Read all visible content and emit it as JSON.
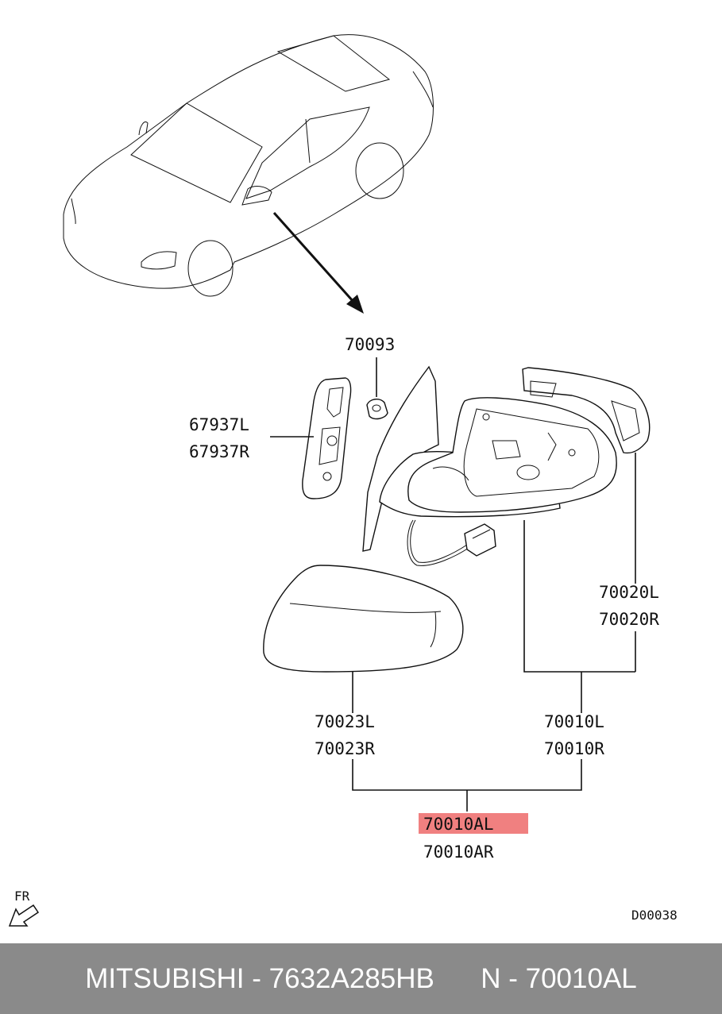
{
  "labels": {
    "p70093": "70093",
    "p67937L": "67937L",
    "p67937R": "67937R",
    "p70020L": "70020L",
    "p70020R": "70020R",
    "p70023L": "70023L",
    "p70023R": "70023R",
    "p70010L": "70010L",
    "p70010R": "70010R",
    "p70010AL": "70010AL",
    "p70010AR": "70010AR",
    "direction": "FR",
    "diagram_code": "D00038"
  },
  "highlight": {
    "part": "70010AL",
    "color": "#f08080"
  },
  "footer": {
    "brand": "MITSUBISHI",
    "separator1": " - ",
    "part_number": "7632A285HB",
    "gap": "      ",
    "ref": "N - 70010AL",
    "background": "#8a8a8a"
  }
}
